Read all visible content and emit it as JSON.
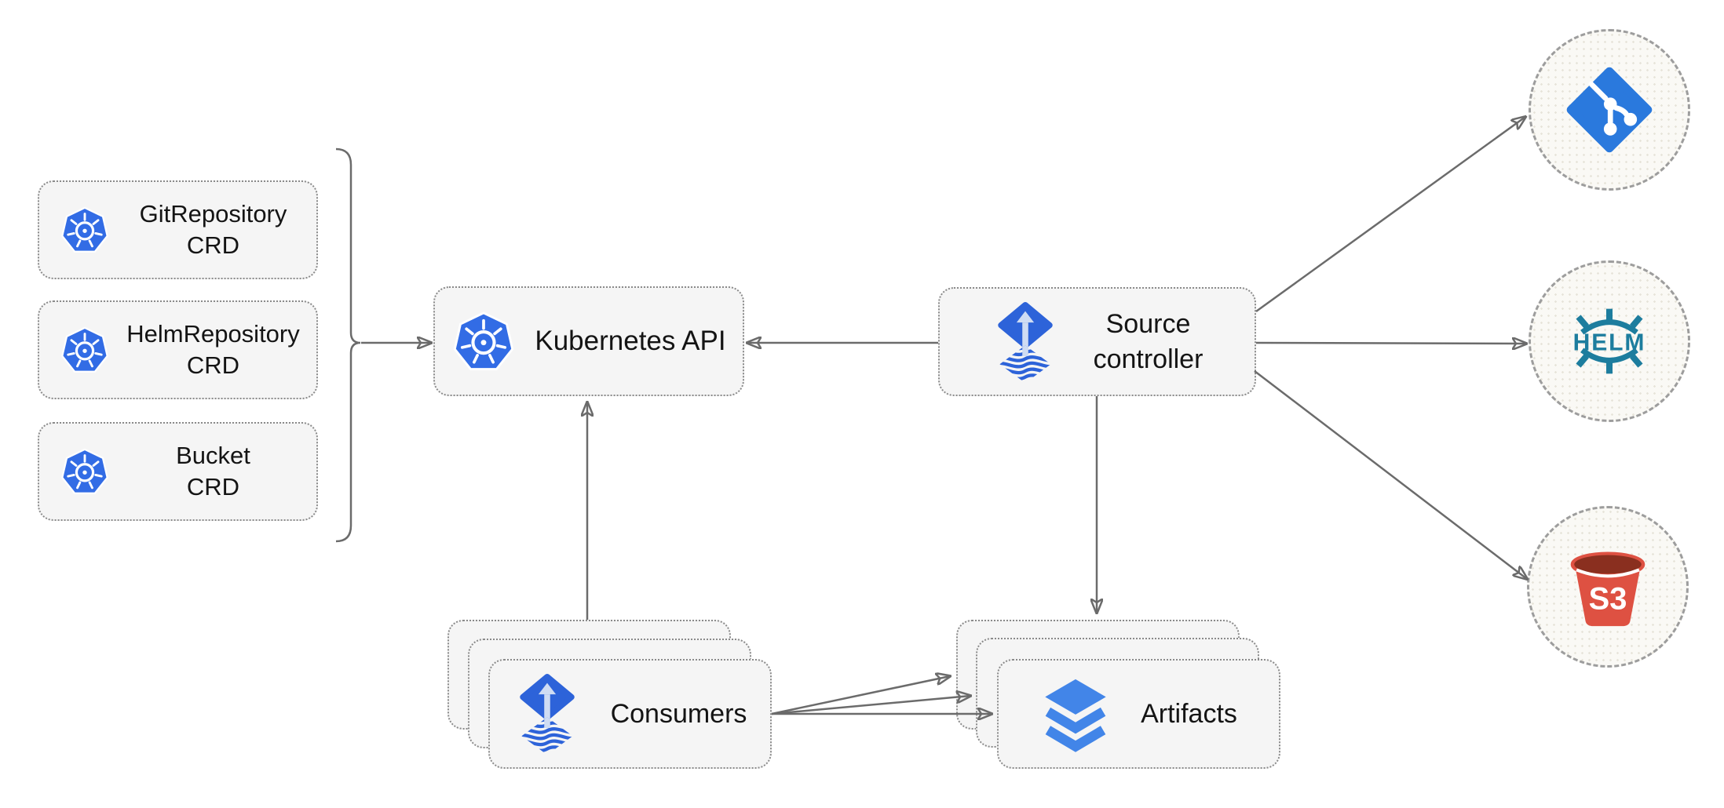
{
  "diagram": {
    "background": "#ffffff",
    "nodes": {
      "crds": [
        {
          "line1": "GitRepository",
          "line2": "CRD",
          "icon": "kubernetes-icon"
        },
        {
          "line1": "HelmRepository",
          "line2": "CRD",
          "icon": "kubernetes-icon"
        },
        {
          "line1": "Bucket",
          "line2": "CRD",
          "icon": "kubernetes-icon"
        }
      ],
      "kubernetes_api": {
        "label": "Kubernetes API",
        "icon": "kubernetes-icon"
      },
      "source_controller": {
        "line1": "Source",
        "line2": "controller",
        "icon": "flux-icon"
      },
      "consumers": {
        "label": "Consumers",
        "icon": "flux-icon",
        "stacked_count": 3
      },
      "artifacts": {
        "label": "Artifacts",
        "icon": "layers-icon",
        "stacked_count": 3
      },
      "git": {
        "label": "",
        "icon": "git-icon"
      },
      "helm": {
        "label": "HELM",
        "icon": "helm-icon"
      },
      "s3": {
        "label": "S3",
        "icon": "s3-bucket-icon"
      }
    },
    "edges": [
      {
        "from": "crd-group",
        "to": "kubernetes-api"
      },
      {
        "from": "source-controller",
        "to": "kubernetes-api"
      },
      {
        "from": "consumers",
        "to": "kubernetes-api"
      },
      {
        "from": "source-controller",
        "to": "artifacts"
      },
      {
        "from": "consumers",
        "to": "artifacts",
        "count": 3
      },
      {
        "from": "source-controller",
        "to": "git"
      },
      {
        "from": "source-controller",
        "to": "helm"
      },
      {
        "from": "source-controller",
        "to": "s3"
      }
    ],
    "colors": {
      "kubernetes_blue": "#326ce5",
      "flux_blue": "#2d63d9",
      "flux_arrow_light": "#cfdcf3",
      "layers_blue": "#4285e8",
      "git_blue": "#2a79dd",
      "helm_teal": "#1d7d9e",
      "s3_red": "#de5142",
      "s3_dark_red": "#8a2f1f",
      "line_gray": "#6b6b6b",
      "node_fill": "#f5f5f5",
      "node_border": "#8a8a8a",
      "circle_fill": "#faf9f5",
      "text": "#141414"
    }
  }
}
